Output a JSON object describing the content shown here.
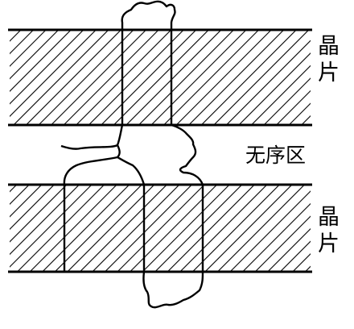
{
  "labels": {
    "top_lamella": "晶片",
    "amorphous_region": "无序区",
    "bottom_lamella": "晶片"
  }
}
